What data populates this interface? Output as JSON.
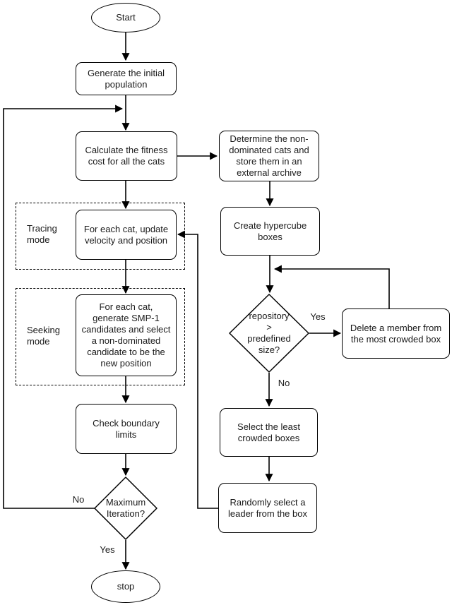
{
  "diagram": {
    "type": "flowchart",
    "colors": {
      "background": "#ffffff",
      "line": "#000000",
      "text": "#1a1a1a"
    },
    "nodes": {
      "start": {
        "shape": "oval",
        "label": "Start"
      },
      "generate_population": {
        "shape": "rounded-rect",
        "label": "Generate the initial\npopulation"
      },
      "calculate_fitness": {
        "shape": "rounded-rect",
        "label": "Calculate the fitness\ncost for all the cats"
      },
      "determine_nondominated": {
        "shape": "rounded-rect",
        "label": "Determine the non-\ndominated cats and\nstore them in an\nexternal archive"
      },
      "tracing_mode_group": {
        "shape": "dashed-container",
        "label": "Tracing\nmode"
      },
      "tracing_update": {
        "shape": "rounded-rect",
        "label": "For each cat, update\nvelocity and position"
      },
      "seeking_mode_group": {
        "shape": "dashed-container",
        "label": "Seeking\nmode"
      },
      "seeking_generate": {
        "shape": "rounded-rect",
        "label": "For each cat,\ngenerate SMP-1\ncandidates and select\na non-dominated\ncandidate to be the\nnew position"
      },
      "check_boundary": {
        "shape": "rounded-rect",
        "label": "Check boundary\nlimits"
      },
      "max_iteration": {
        "shape": "diamond",
        "label": "Maximum\nIteration?"
      },
      "stop": {
        "shape": "oval",
        "label": "stop"
      },
      "create_hypercube": {
        "shape": "rounded-rect",
        "label": "Create hypercube\nboxes"
      },
      "repository_size": {
        "shape": "diamond",
        "label": "repository\n>\npredefined\nsize?"
      },
      "delete_member": {
        "shape": "rounded-rect",
        "label": "Delete a member from\nthe most crowded box"
      },
      "select_least_crowded": {
        "shape": "rounded-rect",
        "label": "Select the least\ncrowded boxes"
      },
      "random_leader": {
        "shape": "rounded-rect",
        "label": "Randomly select a\nleader from the box"
      }
    },
    "edge_labels": {
      "max_iteration_no": "No",
      "max_iteration_yes": "Yes",
      "repository_yes": "Yes",
      "repository_no": "No"
    }
  }
}
